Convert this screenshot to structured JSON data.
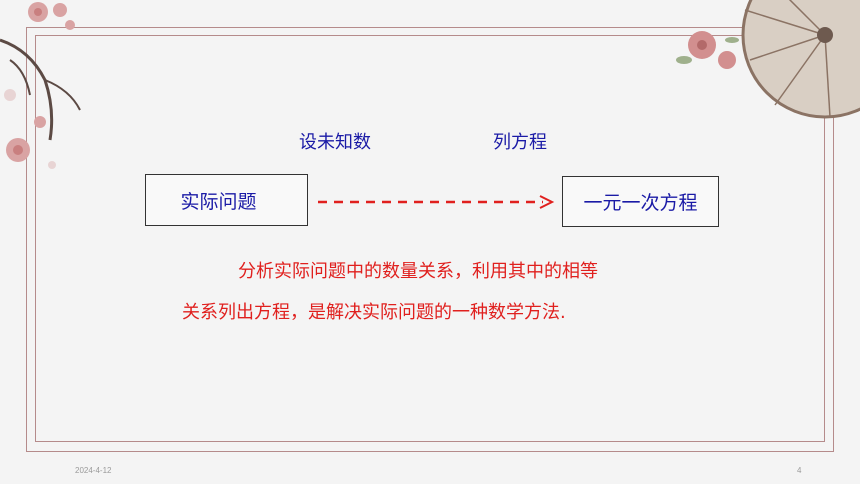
{
  "labels": {
    "assume": "设未知数",
    "equation": "列方程"
  },
  "boxes": {
    "left": "实际问题",
    "right": "一元一次方程"
  },
  "body": {
    "line1": "分析实际问题中的数量关系，利用其中的相等",
    "line2": "关系列出方程，是解决实际问题的一种数学方法."
  },
  "footer": {
    "date": "2024-4-12",
    "page": "4"
  },
  "colors": {
    "label_blue": "#1a1aa6",
    "body_red": "#e0201e",
    "arrow_red": "#e0201e",
    "frame": "#b58b8b"
  },
  "decorations": [
    "plum-blossom-branch-top-left",
    "umbrella-top-right",
    "flower-cluster-top-right"
  ]
}
